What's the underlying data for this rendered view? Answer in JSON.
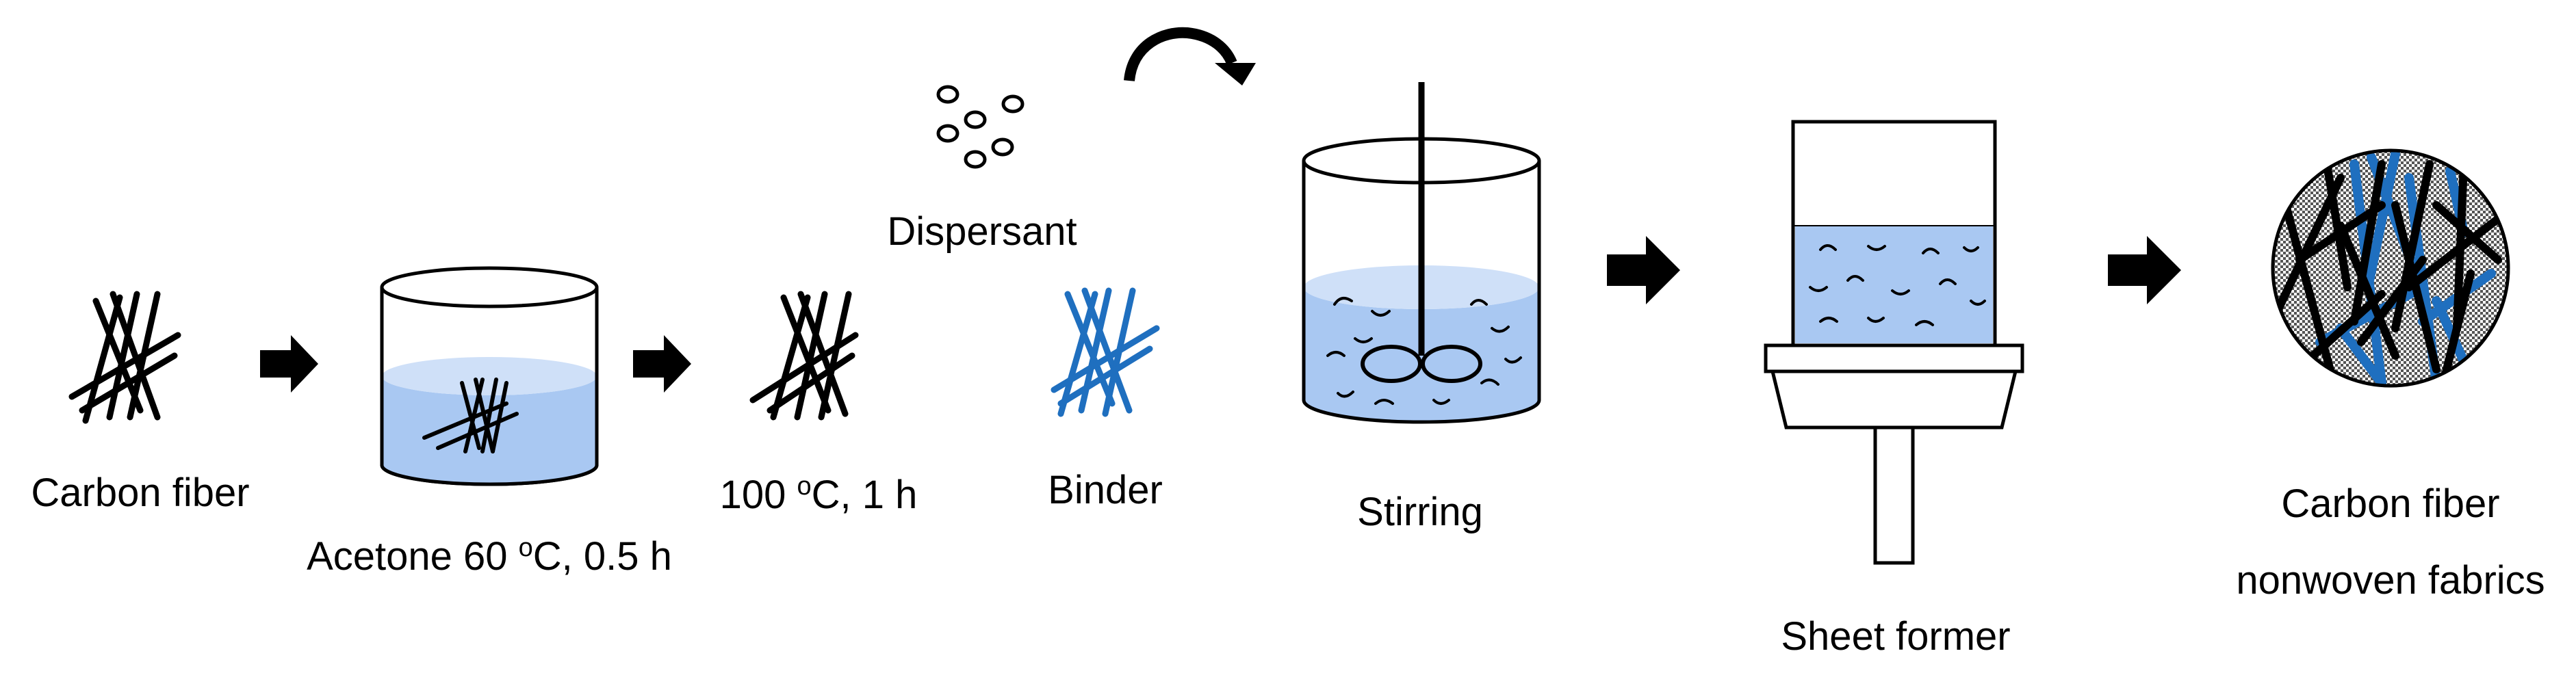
{
  "steps": {
    "carbon_fiber": "Carbon fiber",
    "acetone_prefix": "Acetone 60 ",
    "acetone_sup": "o",
    "acetone_suffix": "C, 0.5 h",
    "dry_prefix": "100 ",
    "dry_sup": "o",
    "dry_suffix": "C, 1 h",
    "dispersant": "Dispersant",
    "binder": "Binder",
    "stirring": "Stirring",
    "sheet_former": "Sheet former",
    "product_line1": "Carbon fiber",
    "product_line2": "nonwoven fabrics"
  },
  "colors": {
    "fiber": "#000000",
    "binder": "#1f6fbf",
    "liquid": "#a9c8f2",
    "liquid_top": "#cfe0f8"
  }
}
